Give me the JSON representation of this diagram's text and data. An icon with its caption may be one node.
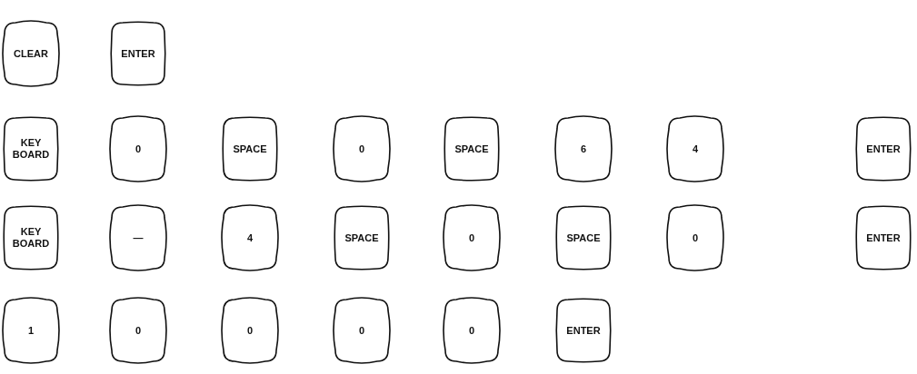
{
  "diagram": {
    "nodes": [
      {
        "text": [
          "CLEAR"
        ]
      },
      {
        "text": [
          "ENTER"
        ]
      },
      {
        "text": [
          "KEY BOARD"
        ]
      },
      {
        "text": [
          "0"
        ]
      },
      {
        "text": [
          "SPACE"
        ]
      },
      {
        "text": [
          "0"
        ]
      },
      {
        "text": [
          "SPACE"
        ]
      },
      {
        "text": [
          "6"
        ]
      },
      {
        "text": [
          "4"
        ]
      },
      {
        "text": [
          "ENTER"
        ]
      },
      {
        "text": [
          "KEY BOARD"
        ]
      },
      {
        "text": [
          "—"
        ]
      },
      {
        "text": [
          "4"
        ]
      },
      {
        "text": [
          "SPACE"
        ]
      },
      {
        "text": [
          "0"
        ]
      },
      {
        "text": [
          "SPACE"
        ]
      },
      {
        "text": [
          "0"
        ]
      },
      {
        "text": [
          "ENTER"
        ]
      },
      {
        "text": [
          "1"
        ]
      },
      {
        "text": [
          "0"
        ]
      },
      {
        "text": [
          "0"
        ]
      },
      {
        "text": [
          "0"
        ]
      },
      {
        "text": [
          "0"
        ]
      },
      {
        "text": [
          "ENTER"
        ]
      }
    ]
  }
}
